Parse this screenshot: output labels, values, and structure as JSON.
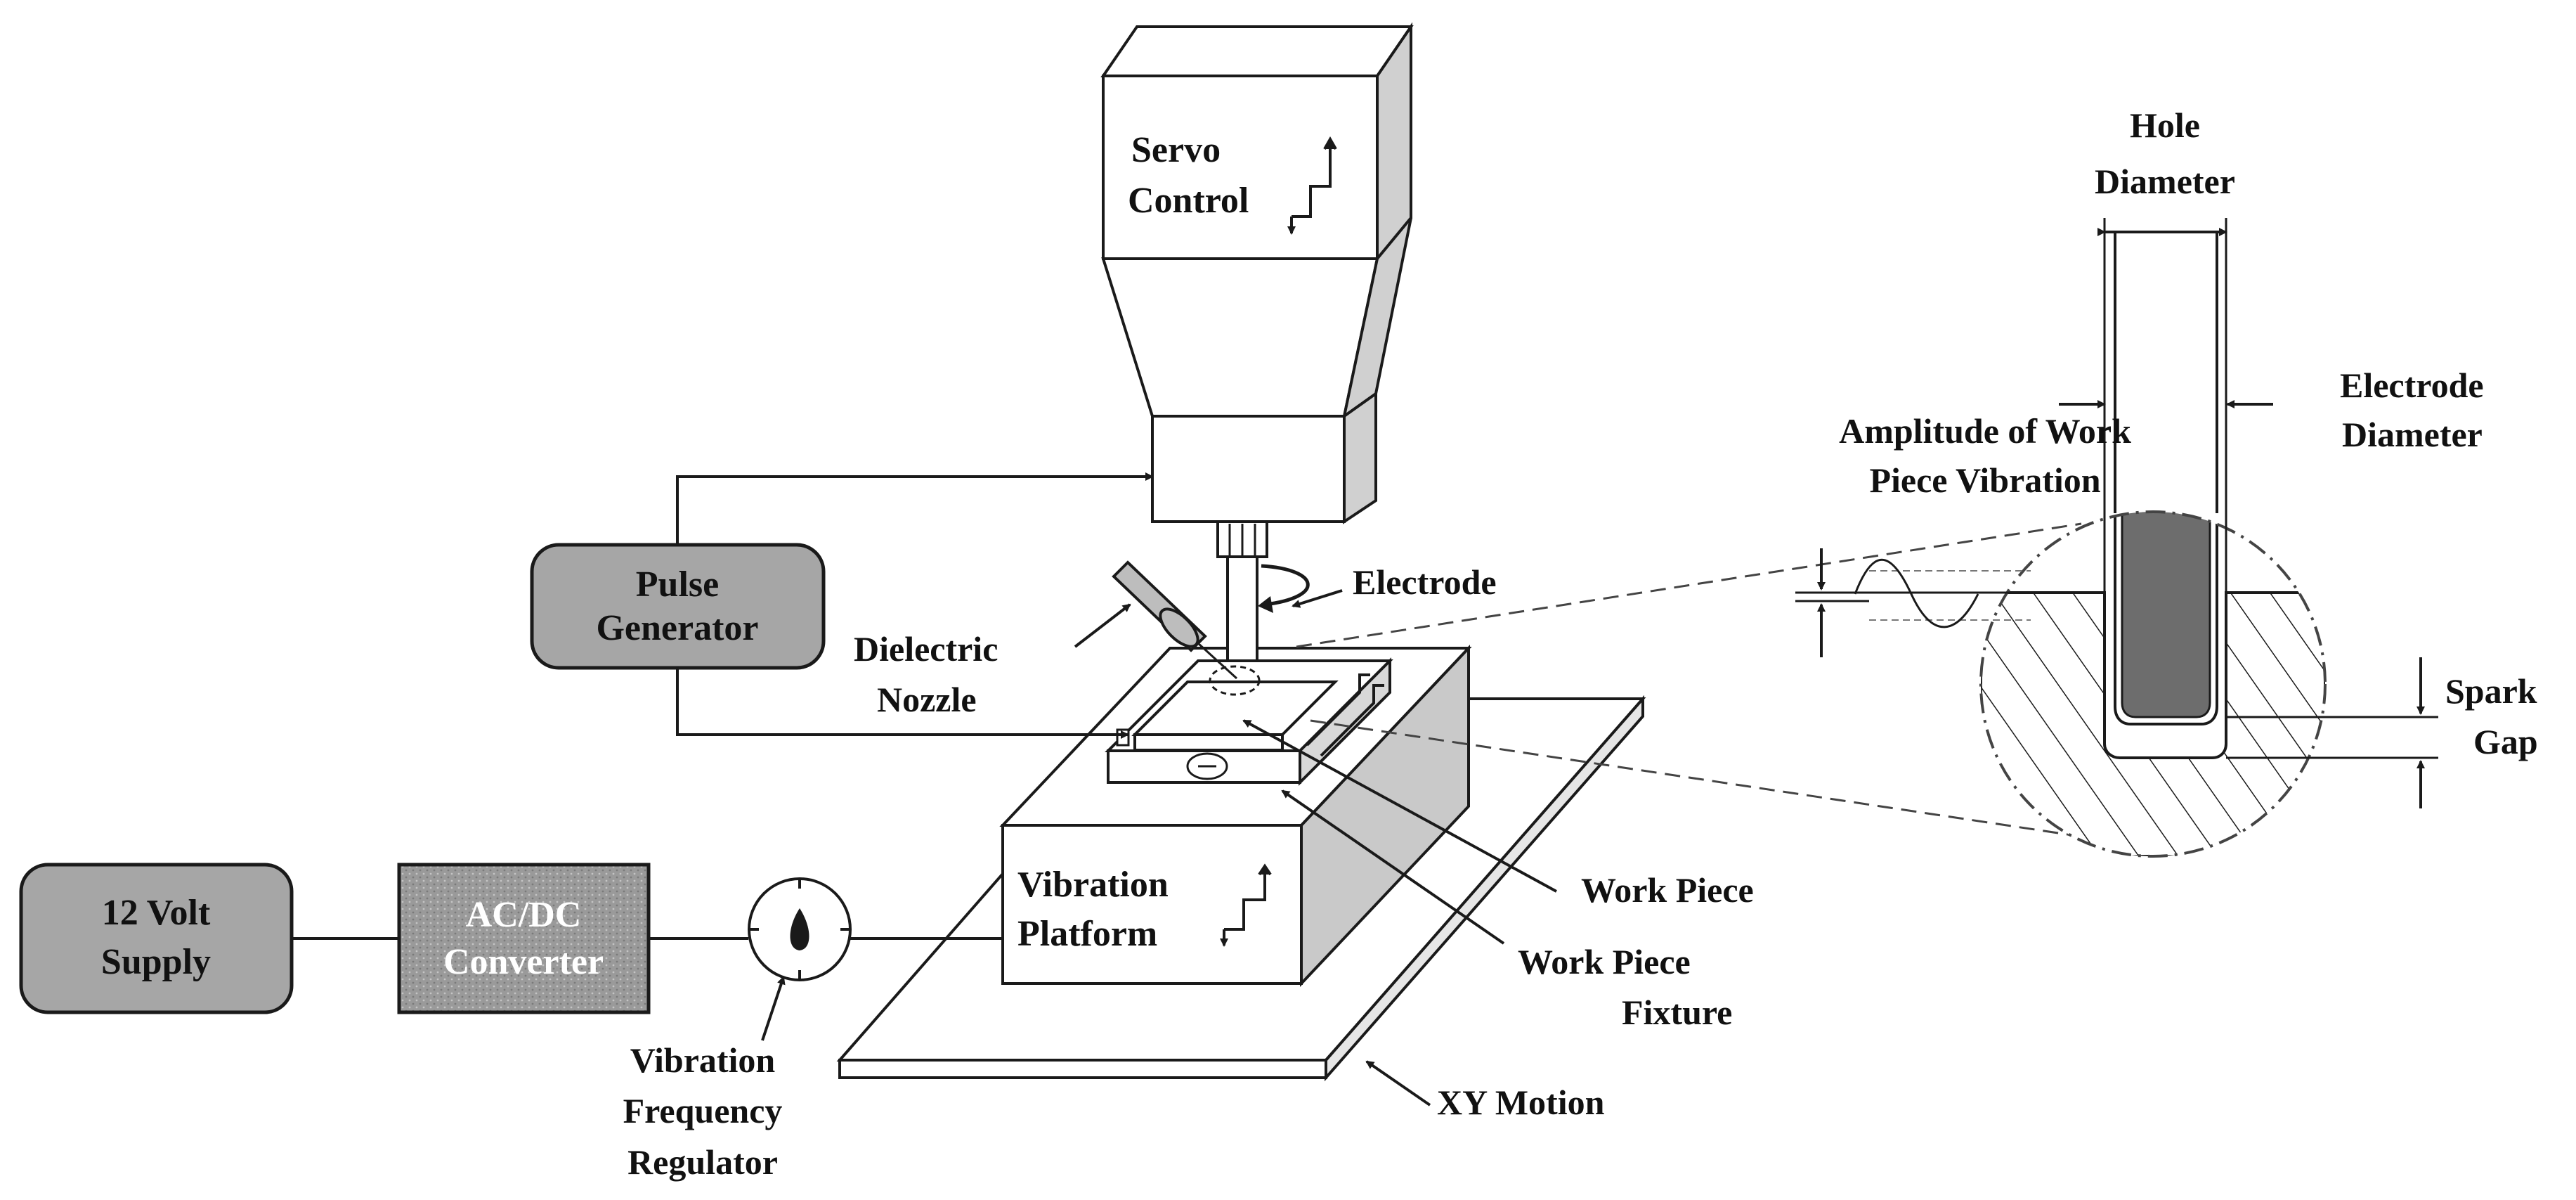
{
  "labels": {
    "servo_line1": "Servo",
    "servo_line2": "Control",
    "pulse_line1": "Pulse",
    "pulse_line2": "Generator",
    "electrode": "Electrode",
    "nozzle_line1": "Dielectric",
    "nozzle_line2": "Nozzle",
    "supply_line1": "12 Volt",
    "supply_line2": "Supply",
    "converter_line1": "AC/DC",
    "converter_line2": "Converter",
    "vib_line1": "Vibration",
    "vib_line2": "Platform",
    "workpiece": "Work  Piece",
    "fixture_line1": "Work  Piece",
    "fixture_line2": "Fixture",
    "xy_motion": "XY Motion",
    "regulator_line1": "Vibration",
    "regulator_line2": "Frequency",
    "regulator_line3": "Regulator",
    "hole_line1": "Hole",
    "hole_line2": "Diameter",
    "electrode_dia_line1": "Electrode",
    "electrode_dia_line2": "Diameter",
    "amplitude_line1": "Amplitude of Work",
    "amplitude_line2": "Piece Vibration",
    "spark_line1": "Spark",
    "spark_line2": "Gap"
  },
  "colors": {
    "line": "#1a1a1a",
    "box_fill": "#ffffff",
    "side_shade": "#cfcfcf",
    "supply_fill": "#a6a6a6",
    "converter_fill": "#9a9a9a",
    "electrode_tip": "#6d6d6d",
    "platform_fill": "#f2f2f2"
  }
}
